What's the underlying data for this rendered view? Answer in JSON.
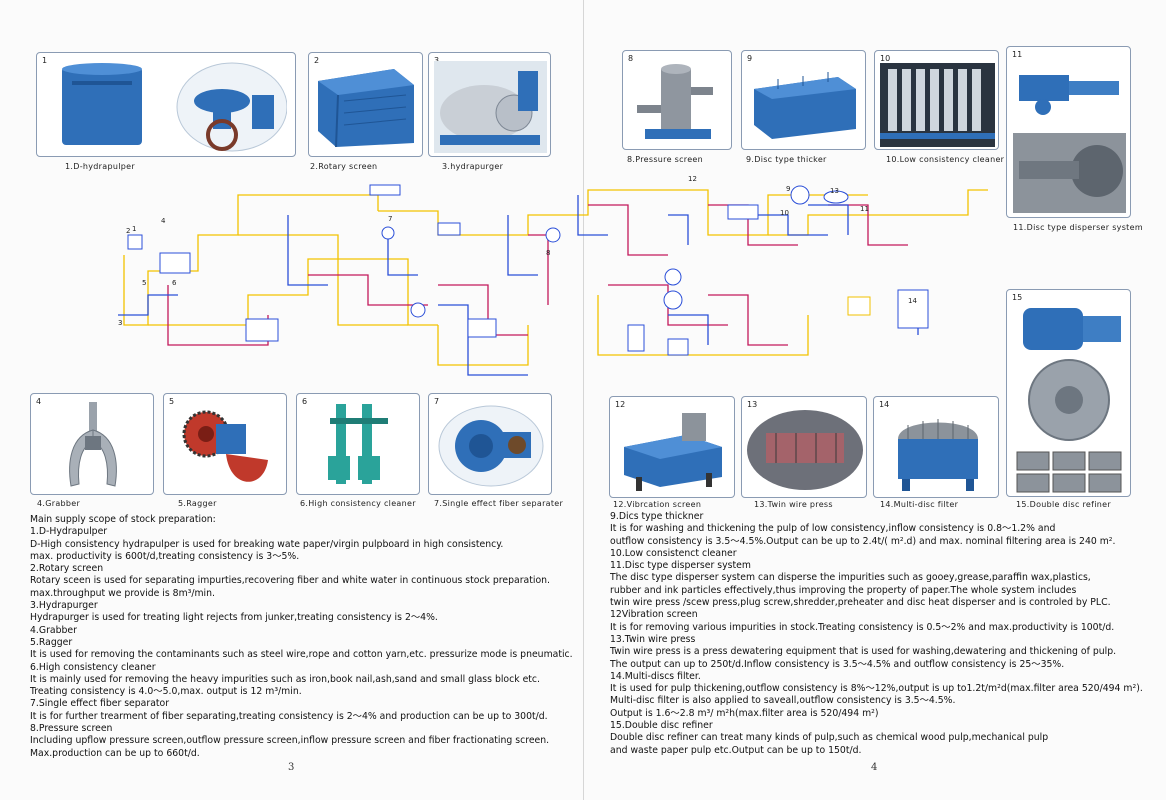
{
  "colors": {
    "equipment_blue": "#2f6fb8",
    "pipe_yellow": "#f2c200",
    "pipe_magenta": "#c2185b",
    "pipe_blue": "#2b4fd8",
    "border": "#8a9bb3"
  },
  "top_left": [
    {
      "num": "1",
      "caption": "1.D-hydrapulper"
    },
    {
      "num": "2",
      "caption": "2.Rotary screen"
    },
    {
      "num": "3",
      "caption": "3.hydrapurger"
    }
  ],
  "top_right": [
    {
      "num": "8",
      "caption": "8.Pressure screen"
    },
    {
      "num": "9",
      "caption": "9.Disc type thicker"
    },
    {
      "num": "10",
      "caption": "10.Low consistency cleaner"
    },
    {
      "num": "11",
      "caption": "11.Disc type disperser system"
    }
  ],
  "bottom_left": [
    {
      "num": "4",
      "caption": "4.Grabber"
    },
    {
      "num": "5",
      "caption": "5.Ragger"
    },
    {
      "num": "6",
      "caption": "6.High consistency cleaner"
    },
    {
      "num": "7",
      "caption": "7.Single effect fiber separater"
    }
  ],
  "bottom_right": [
    {
      "num": "12",
      "caption": "12.Vibrcation screen"
    },
    {
      "num": "13",
      "caption": "13.Twin wire press"
    },
    {
      "num": "14",
      "caption": "14.Multi-disc filter"
    },
    {
      "num": "15",
      "caption": "15.Double disc refiner"
    }
  ],
  "diagram_labels": {
    "l1": "1",
    "l2": "2",
    "l3": "3",
    "l4": "4",
    "l5": "5",
    "l6": "6",
    "l7": "7",
    "l8": "8",
    "l9": "9",
    "l10": "10",
    "l11": "11",
    "l12": "12",
    "l13": "13",
    "l14": "14"
  },
  "left_text": [
    "Main supply scope of stock preparation:",
    "1.D-Hydrapulper",
    "D-High consistency hydrapulper is used for breaking wate paper/virgin pulpboard in high consistency.",
    "max. productivity is 600t/d,treating consistency is 3～5%.",
    "2.Rotary screen",
    "Rotary sceen is used for separating impurties,recovering fiber and white water in continuous stock preparation.",
    "max.throughput we provide is 8m³/min.",
    "3.Hydrapurger",
    "Hydrapurger is used for treating light rejects from junker,treating consistency is 2～4%.",
    "4.Grabber",
    "5.Ragger",
    "It is used for removing the contaminants such as steel wire,rope and cotton yarn,etc. pressurize mode is pneumatic.",
    "6.High consistency cleaner",
    "It is mainly used for removing the heavy impurities such as iron,book nail,ash,sand and small glass block etc.",
    "Treating consistency is 4.0～5.0,max. output is 12 m³/min.",
    "7.Single effect fiber separator",
    "It is for further trearment of fiber separating,treating consistency is 2～4% and production can be up to 300t/d.",
    "8.Pressure screen",
    "Including upflow pressure screen,outflow pressure screen,inflow pressure screen and fiber fractionating screen.",
    "Max.production can be up to 660t/d."
  ],
  "right_text": [
    "9.Dics type thickner",
    "It is for washing and thickening the pulp of low consistency,inflow consistency is 0.8～1.2% and",
    "outflow consistency is 3.5～4.5%.Output can be up to 2.4t/( m².d) and max. nominal filtering area is 240 m².",
    "10.Low consistenct cleaner",
    "11.Disc type disperser system",
    "The disc type disperser system can disperse the impurities such as gooey,grease,paraffin wax,plastics,",
    "rubber and ink particles effectively,thus improving the property of paper.The whole system includes",
    "twin wire press /scew press,plug screw,shredder,preheater and disc heat disperser and is controled by PLC.",
    "12Vibration screen",
    "It is for removing various impurities in stock.Treating consistency is 0.5～2% and max.productivity is 100t/d.",
    "13.Twin wire press",
    "Twin wire press is a press dewatering equipment that is used for washing,dewatering and thickening of pulp.",
    "The output can up to 250t/d.Inflow consistency is 3.5～4.5% and outflow consistency is 25～35%.",
    "14.Multi-discs filter.",
    "It is used for pulp thickening,outflow consistency is 8%～12%,output is up to1.2t/m²d(max.filter area 520/494 m²).",
    "Multi-disc filter is also applied to saveall,outflow consistency is 3.5～4.5%.",
    "Output is 1.6～2.8 m³/ m²h(max.filter area is 520/494 m²)",
    "15.Double disc refiner",
    "Double disc refiner can treat many kinds of pulp,such as chemical wood pulp,mechanical pulp",
    "and waste paper pulp etc.Output can be up to 150t/d."
  ],
  "page_left": "3",
  "page_right": "4"
}
